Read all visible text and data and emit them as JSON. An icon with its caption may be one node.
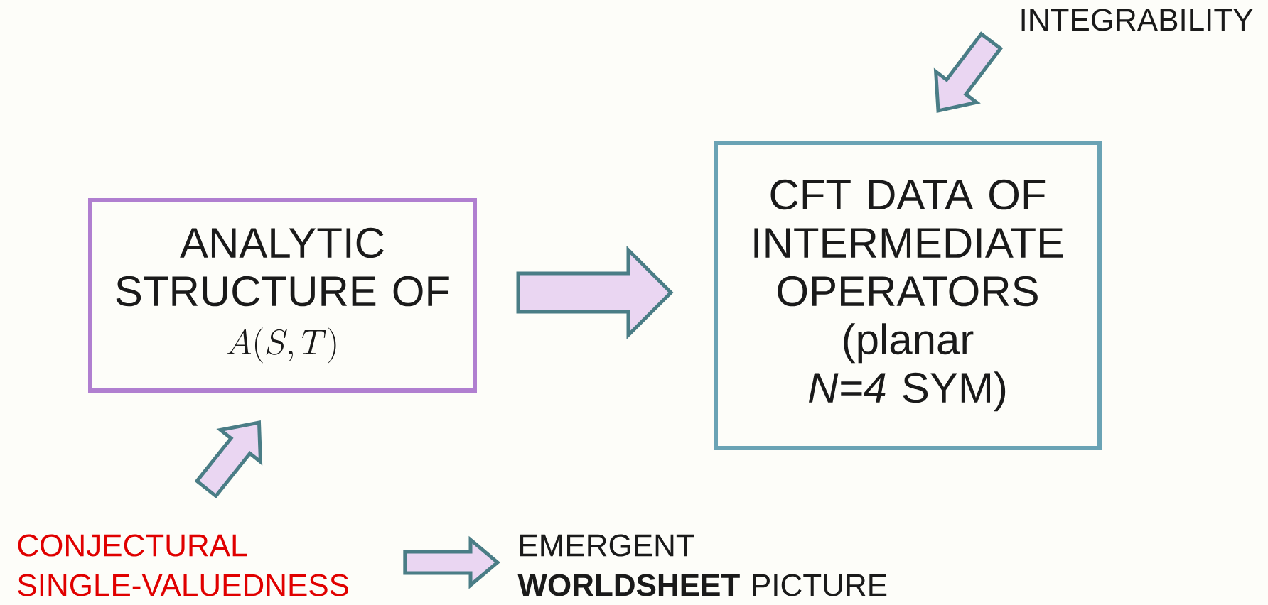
{
  "diagram": {
    "nodes": [
      {
        "text": [
          "ANALYTIC STRUCTURE OF",
          "A(S,T)"
        ]
      },
      {
        "text": [
          "CFT DATA OF INTERMEDIATE OPERATORS",
          "(planar *N=4* SYM)"
        ]
      },
      {
        "text": [
          "INTEGRABILITY"
        ]
      },
      {
        "text": [
          "CONJECTURAL SINGLE-VALUEDNESS"
        ]
      },
      {
        "text": [
          "EMERGENT **WORLDSHEET** PICTURE"
        ]
      }
    ],
    "edges": [
      {
        "from": 0,
        "to": 1,
        "arrow": "to"
      },
      {
        "from": 2,
        "to": 1,
        "arrow": "to"
      },
      {
        "from": 3,
        "to": 0,
        "arrow": "to"
      },
      {
        "from": 3,
        "to": 4,
        "arrow": "to"
      }
    ]
  }
}
